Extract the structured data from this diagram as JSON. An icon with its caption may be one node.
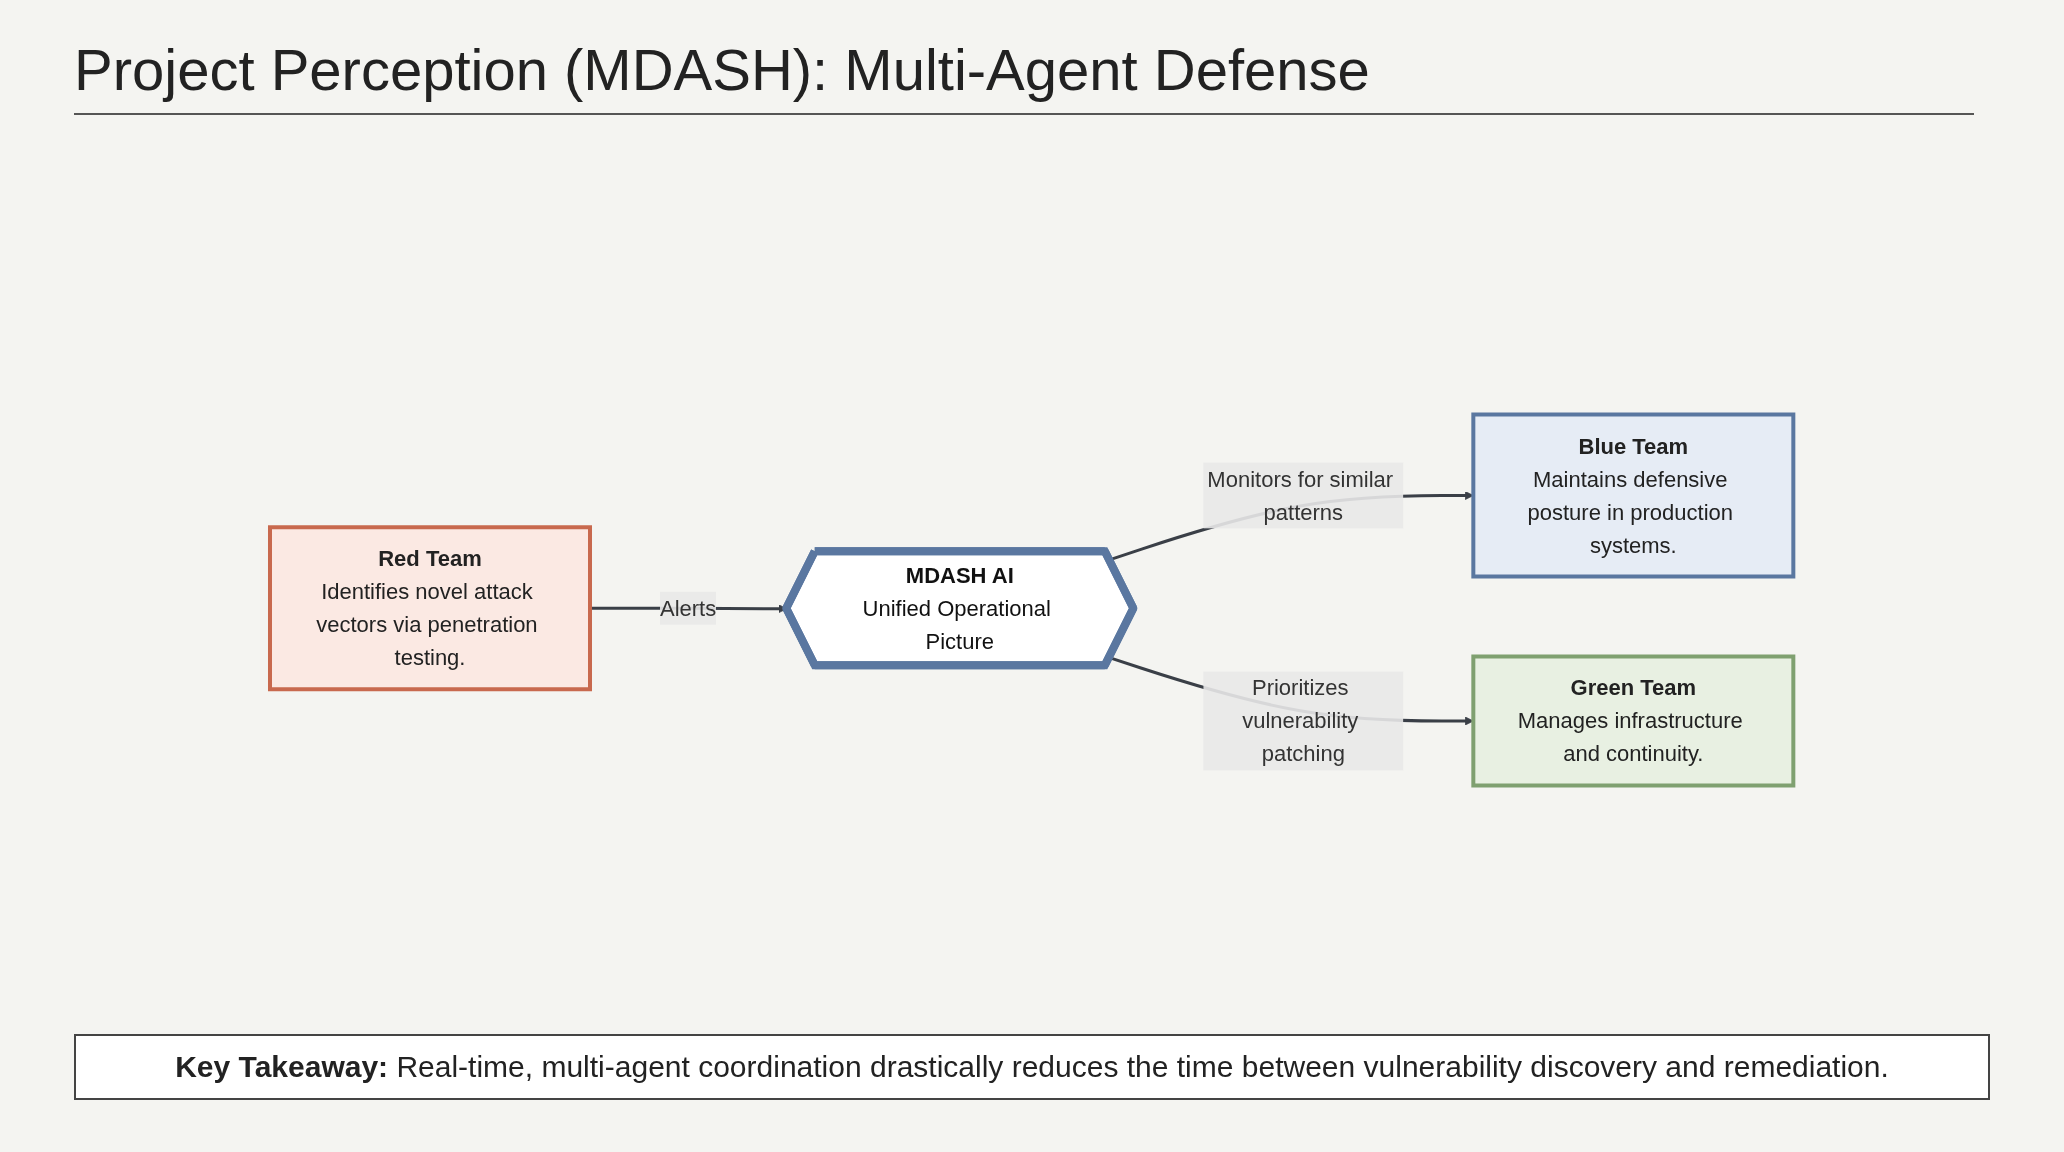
{
  "diagram": {
    "title": "Project Perception (MDASH): Multi-Agent Defense",
    "nodes": [
      {
        "text": [
          "Red Team",
          "Identifies novel attack vectors via penetration testing."
        ]
      },
      {
        "text": [
          "MDASH AI",
          "Unified Operational Picture"
        ]
      },
      {
        "text": [
          "Blue Team",
          "Maintains defensive posture in production systems."
        ]
      },
      {
        "text": [
          "Green Team",
          "Manages infrastructure and continuity."
        ]
      }
    ],
    "edges": [
      {
        "from": 0,
        "to": 1,
        "arrow": "to",
        "label": "Alerts"
      },
      {
        "from": 1,
        "to": 2,
        "arrow": "to",
        "label": "Monitors for similar patterns"
      },
      {
        "from": 1,
        "to": 3,
        "arrow": "to",
        "label": "Prioritizes vulnerability patching"
      }
    ],
    "labels": [
      "**Key Takeaway:** Real-time, multi-agent coordination drastically reduces the time between vulnerability discovery and remediation."
    ]
  }
}
